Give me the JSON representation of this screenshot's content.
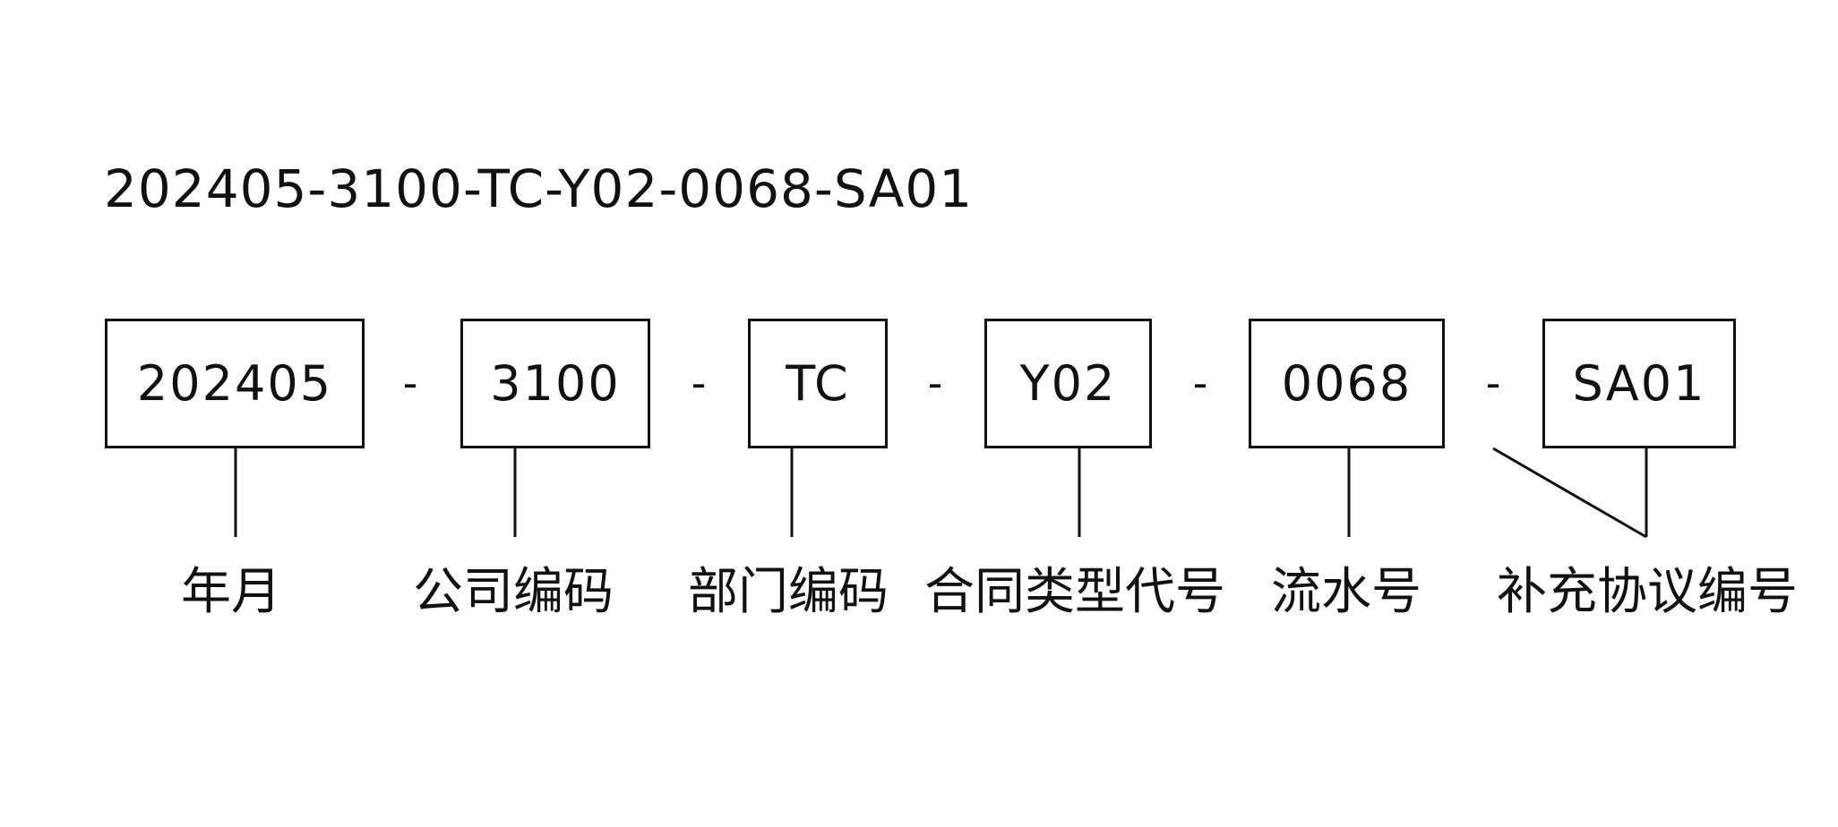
{
  "code_full": "202405-3100-TC-Y02-0068-SA01",
  "separator": "-",
  "segments": [
    {
      "value": "202405",
      "label": "年月"
    },
    {
      "value": "3100",
      "label": "公司编码"
    },
    {
      "value": "TC",
      "label": "部门编码"
    },
    {
      "value": "Y02",
      "label": "合同类型代号"
    },
    {
      "value": "0068",
      "label": "流水号"
    },
    {
      "value": "SA01",
      "label": "补充协议编号"
    }
  ]
}
